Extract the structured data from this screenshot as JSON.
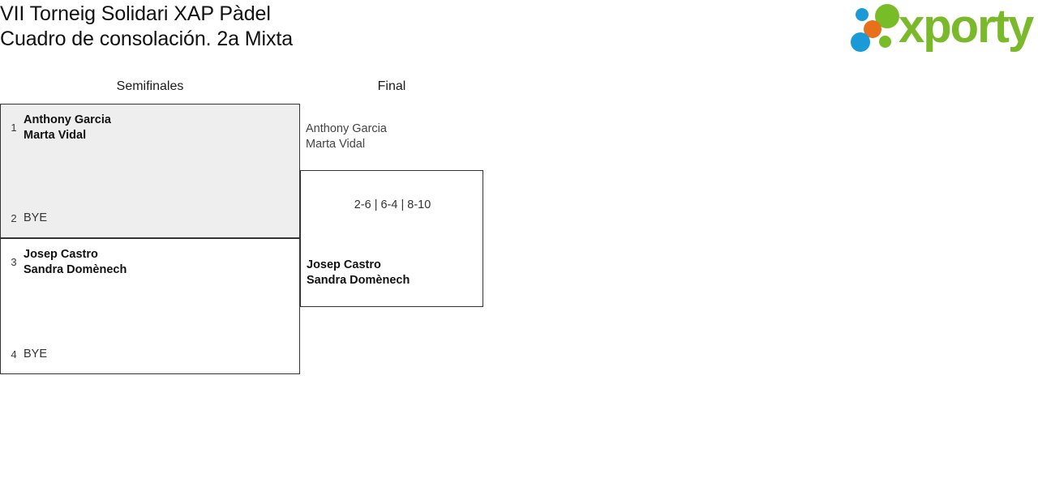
{
  "header": {
    "title_line_1": "VII Torneig Solidari XAP Pàdel",
    "title_line_2": "Cuadro de consolación. 2a Mixta",
    "logo_word": "xporty",
    "logo_colors": {
      "green": "#78bd28",
      "blue": "#1a9ad7",
      "orange": "#e8701a",
      "wordmark_green": "#7ab929"
    }
  },
  "bracket": {
    "rounds": [
      {
        "label": "Semifinales"
      },
      {
        "label": "Final"
      }
    ],
    "matches": {
      "semifinal_1": {
        "top": {
          "seed": "1",
          "line1": "Anthony Garcia",
          "line2": "Marta Vidal",
          "is_winner": true
        },
        "bottom": {
          "seed": "2",
          "line1": "BYE",
          "line2": "",
          "is_winner": false
        }
      },
      "semifinal_2": {
        "top": {
          "seed": "3",
          "line1": "Josep Castro",
          "line2": "Sandra Domènech",
          "is_winner": true
        },
        "bottom": {
          "seed": "4",
          "line1": "BYE",
          "line2": "",
          "is_winner": false
        }
      },
      "final": {
        "loser": {
          "line1": "Anthony Garcia",
          "line2": "Marta Vidal"
        },
        "score": "2-6 | 6-4 | 8-10",
        "winner": {
          "line1": "Josep Castro",
          "line2": "Sandra Domènech"
        }
      }
    }
  }
}
